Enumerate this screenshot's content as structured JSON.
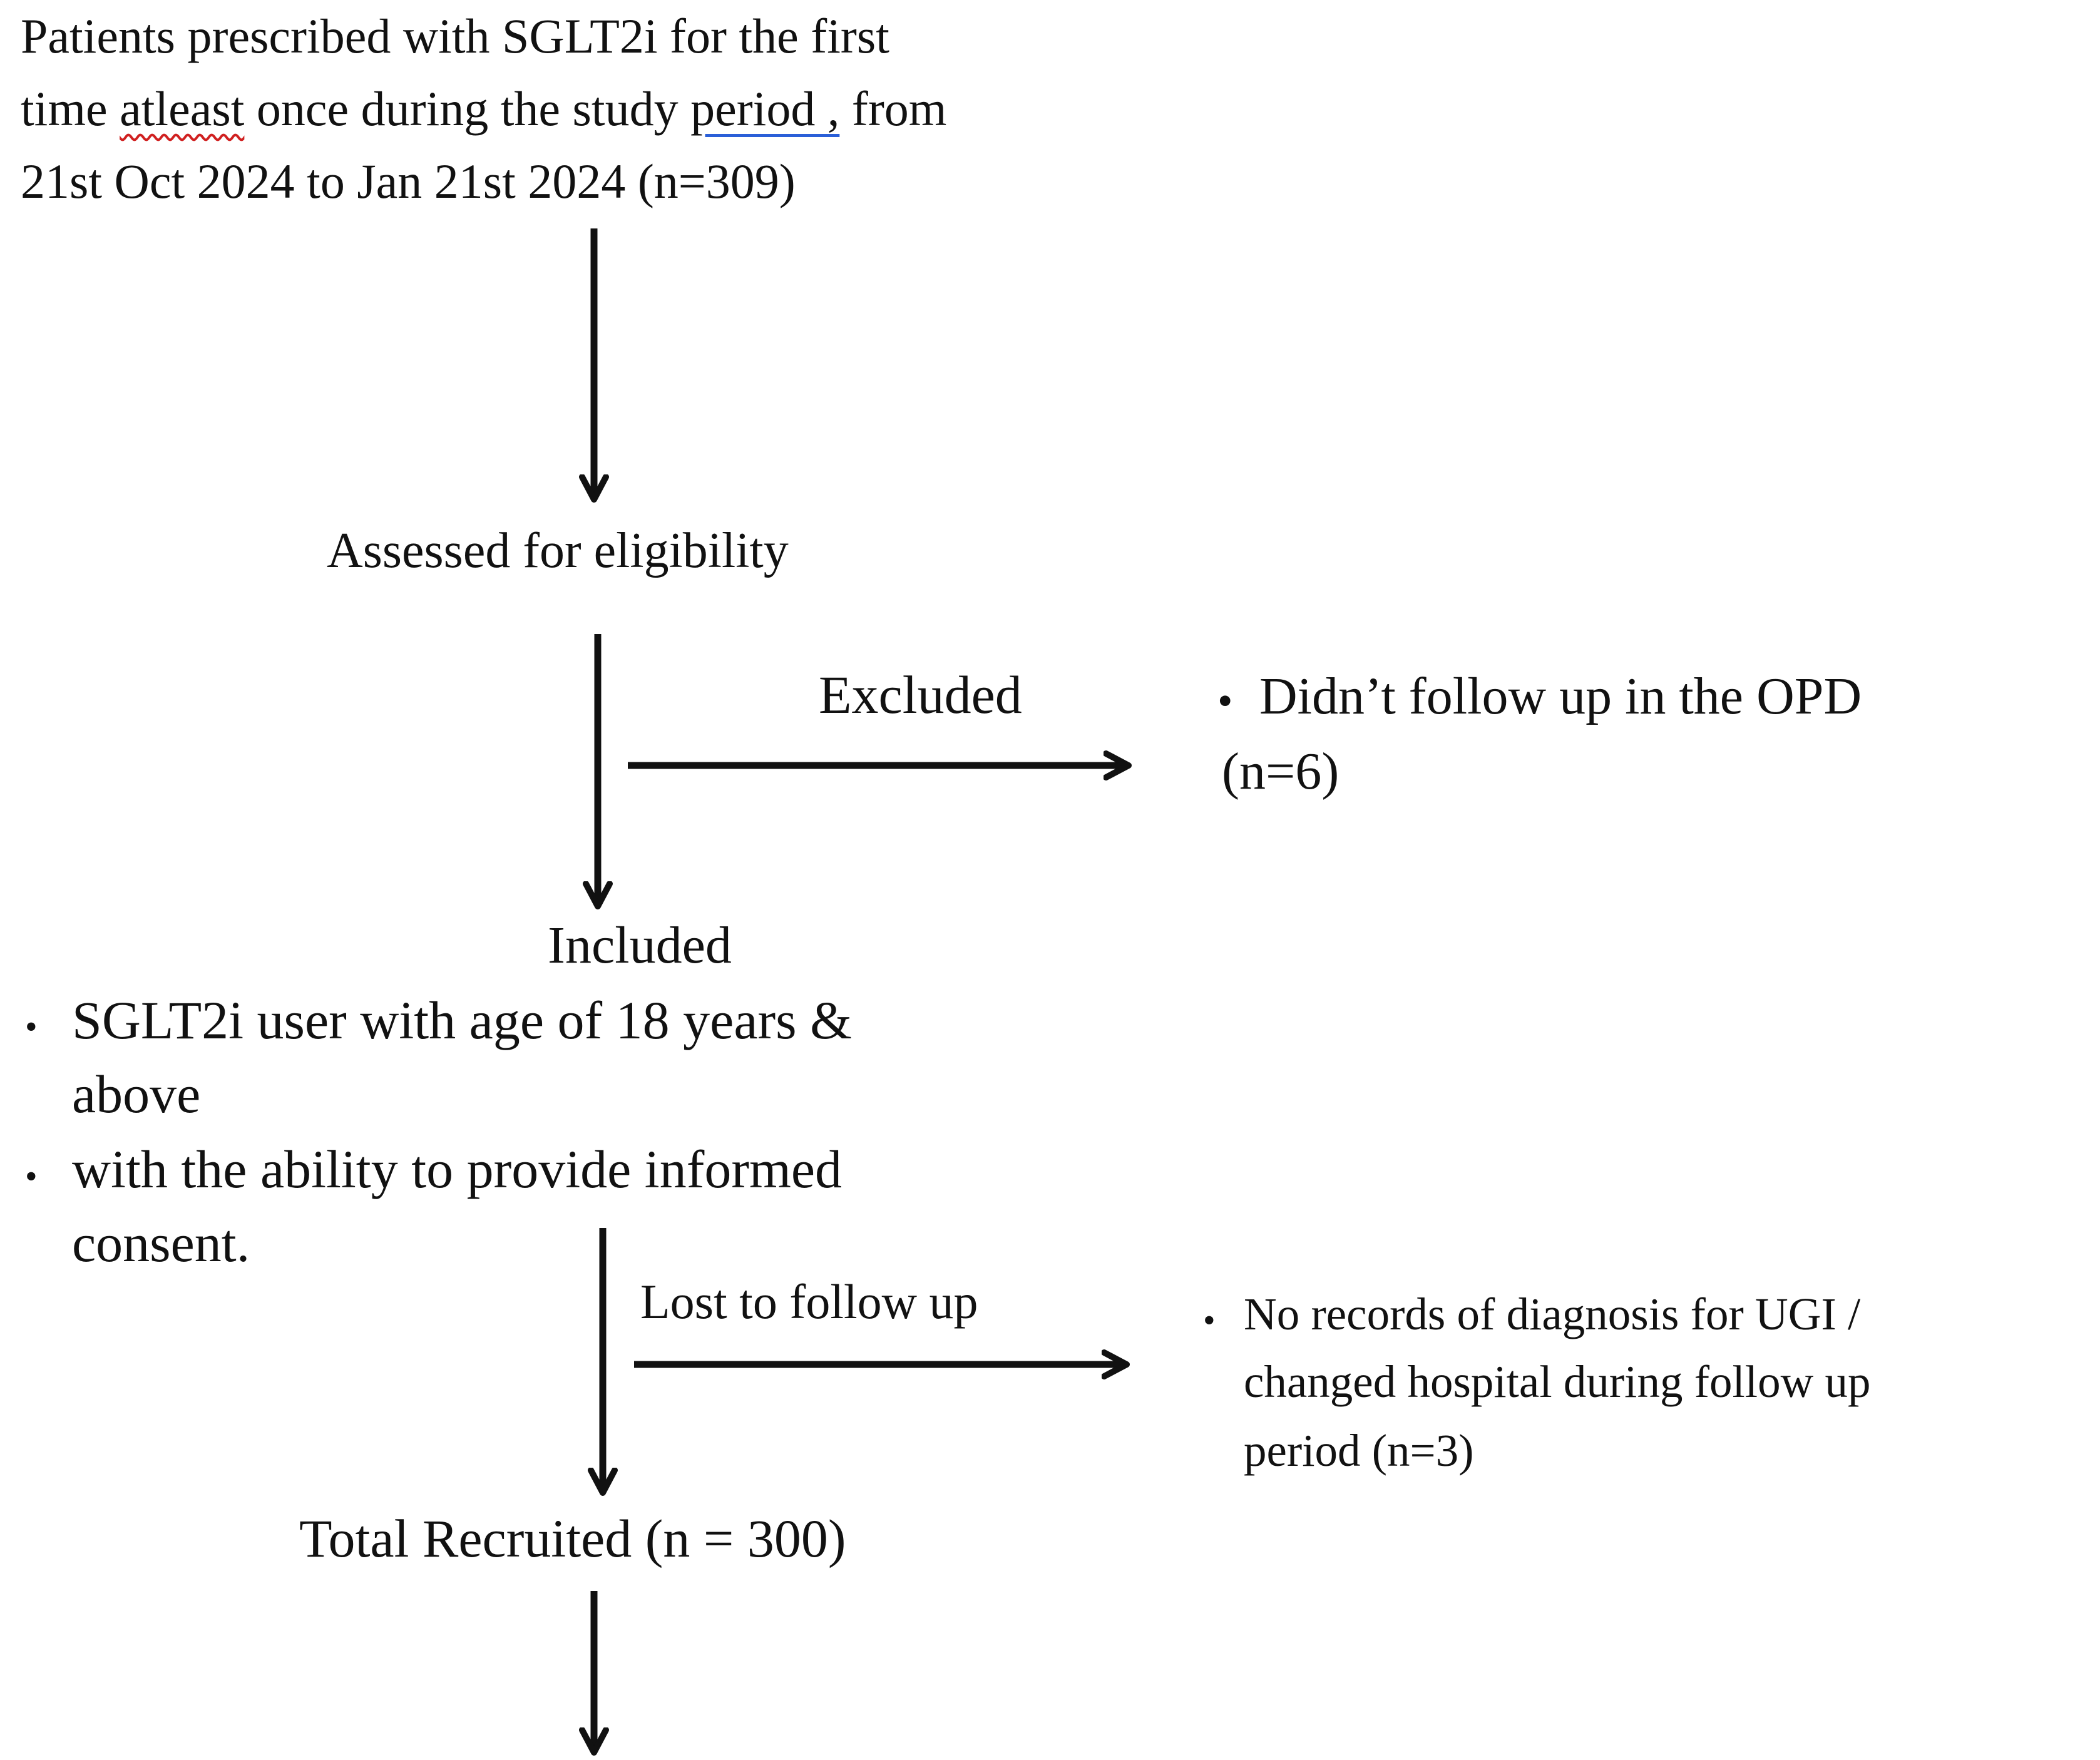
{
  "start": {
    "line1": "Patients prescribed with SGLT2i  for the first",
    "line2_a": "time ",
    "line2_b": "atleast",
    "line2_c": " once during the  study ",
    "line2_d": "period ,",
    "line2_e": " from",
    "line3": "21st Oct 2024 to Jan 21st 2024 (n=309)"
  },
  "assessed": "Assessed for eligibility",
  "excluded_label": "Excluded",
  "excluded": {
    "line1": "Didn’t follow up in the OPD",
    "line2": "(n=6)"
  },
  "included": {
    "title": "Included",
    "items": [
      {
        "line1": "SGLT2i user with age of 18 years &",
        "line2": "above"
      },
      {
        "line1": "with the ability to provide informed",
        "line2": "consent."
      }
    ]
  },
  "lost_label": "Lost to follow up",
  "lost": {
    "line1": "No records of diagnosis for UGI /",
    "line2": "changed hospital during follow up",
    "line3": "period (n=3)"
  },
  "total": "Total Recruited (n = 300)",
  "colors": {
    "ink": "#111111",
    "spell_underline": "#d02020",
    "grammar_underline": "#2a5fd8"
  },
  "icons": {
    "bullet": "•"
  }
}
